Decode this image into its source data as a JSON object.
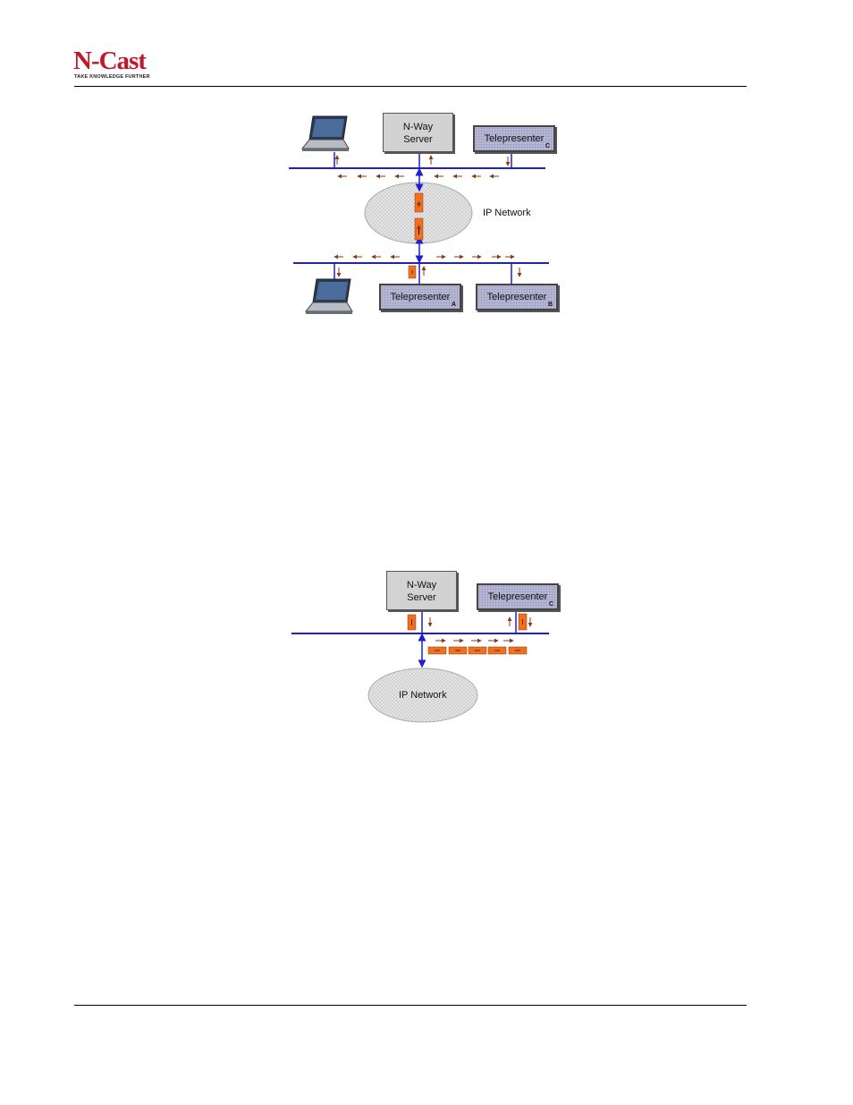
{
  "header": {
    "logo_text": "N-Cast",
    "logo_tagline": "TAKE KNOWLEDGE FURTHER"
  },
  "diagram1": {
    "server_line1": "N-Way",
    "server_line2": "Server",
    "tp_c_label": "Telepresenter",
    "tp_c_sub": "C",
    "tp_a_label": "Telepresenter",
    "tp_a_sub": "A",
    "tp_b_label": "Telepresenter",
    "tp_b_sub": "B",
    "network_label": "IP Network"
  },
  "diagram2": {
    "server_line1": "N-Way",
    "server_line2": "Server",
    "tp_c_label": "Telepresenter",
    "tp_c_sub": "C",
    "network_label": "IP Network"
  },
  "colors": {
    "network_line": "#1f1fcf",
    "packet": "#f07020",
    "arrow": "#8a3a10",
    "server_fill": "#d2d2d2",
    "telepresenter_fill": "#b9b9d6",
    "logo_red": "#c0192c"
  }
}
